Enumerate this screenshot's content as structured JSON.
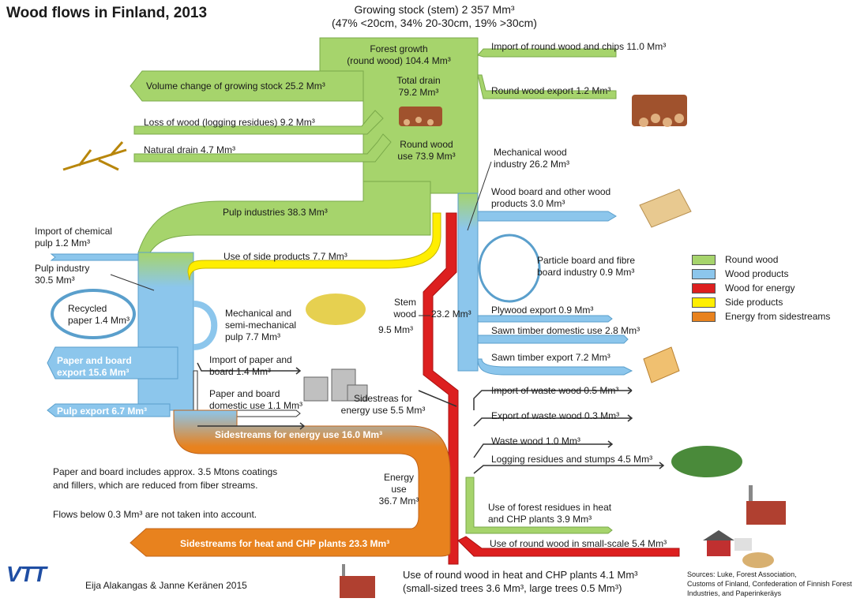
{
  "title": "Wood flows in Finland, 2013",
  "header": {
    "line1": "Growing stock (stem) 2 357 Mm³",
    "line2": "(47% <20cm, 34% 20-30cm, 19% >30cm)"
  },
  "colors": {
    "round_wood": "#a6d46c",
    "wood_products": "#8cc6ec",
    "wood_for_energy": "#dd1f1f",
    "side_products": "#ffee00",
    "energy_sidestreams": "#e8821e"
  },
  "legend": [
    {
      "label": "Round wood",
      "color": "#a6d46c"
    },
    {
      "label": "Wood products",
      "color": "#8cc6ec"
    },
    {
      "label": "Wood for energy",
      "color": "#dd1f1f"
    },
    {
      "label": "Side products",
      "color": "#ffee00"
    },
    {
      "label": "Energy from sidestreams",
      "color": "#e8821e"
    }
  ],
  "flows": {
    "forest_growth_1": "Forest growth",
    "forest_growth_2": "(round wood)  104.4 Mm³",
    "volume_change": "Volume change of growing stock 25.2 Mm³",
    "total_drain_1": "Total drain",
    "total_drain_2": "79.2 Mm³",
    "loss_of_wood": "Loss of wood (logging residues) 9.2 Mm³",
    "natural_drain": "Natural drain 4.7 Mm³",
    "round_wood_use_1": "Round wood",
    "round_wood_use_2": "use 73.9 Mm³",
    "import_round_wood": "Import of round wood and chips 11.0 Mm³",
    "round_wood_export": "Round wood export 1.2 Mm³",
    "mech_industry_1": "Mechanical wood",
    "mech_industry_2": "industry 26.2 Mm³",
    "wood_board_1": "Wood board and other wood",
    "wood_board_2": "products 3.0 Mm³",
    "pulp_industries": "Pulp industries 38.3 Mm³",
    "import_chem_pulp_1": "Import of chemical",
    "import_chem_pulp_2": "pulp 1.2 Mm³",
    "pulp_industry_1": "Pulp industry",
    "pulp_industry_2": "30.5 Mm³",
    "side_products": "Use of side products 7.7 Mm³",
    "particle_board_1": "Particle board and fibre",
    "particle_board_2": "board industry 0.9 Mm³",
    "recycled_1": "Recycled",
    "recycled_2": "paper 1.4 Mm³",
    "mech_pulp_1": "Mechanical and",
    "mech_pulp_2": "semi-mechanical",
    "mech_pulp_3": "pulp 7.7 Mm³",
    "stem_wood_1": "Stem",
    "stem_wood_2": "wood",
    "stem_wood_3": "9.5 Mm³",
    "sawn_23": "23.2 Mm³",
    "plywood_export": "Plywood export 0.9 Mm³",
    "sawn_domestic": "Sawn timber domestic use 2.8 Mm³",
    "sawn_export": "Sawn timber export 7.2 Mm³",
    "paper_export_1": "Paper and board",
    "paper_export_2": "export 15.6 Mm³",
    "import_paper_1": "Import of paper and",
    "import_paper_2": "board 1.4 Mm³",
    "paper_domestic_1": "Paper and board",
    "paper_domestic_2": "domestic use 1.1 Mm³",
    "pulp_export": "Pulp export 6.7 Mm³",
    "sidestreams_energy_1": "Sidestreas for",
    "sidestreams_energy_2": "energy use 5.5 Mm³",
    "import_waste": "Import of waste wood 0.5 Mm³",
    "export_waste": "Export of waste wood 0.3 Mm³",
    "sidestreams_16": "Sidestreams for energy use 16.0 Mm³",
    "waste_wood": "Waste wood 1.0 Mm³",
    "logging_residues": "Logging residues and stumps 4.5 Mm³",
    "energy_use_1": "Energy",
    "energy_use_2": "use",
    "energy_use_3": "36.7 Mm³",
    "forest_residues_1": "Use of forest residues in heat",
    "forest_residues_2": "and CHP plants 3.9 Mm³",
    "sidestreams_heat": "Sidestreams for heat and CHP plants 23.3 Mm³",
    "small_scale": "Use of round wood in small-scale 5.4 Mm³"
  },
  "notes": {
    "line1": "Paper and board includes approx. 3.5 Mtons coatings",
    "line2": "and fillers, which are reduced from fiber streams.",
    "line3": "Flows below 0.3 Mm³ are not taken into account."
  },
  "footer": {
    "chp_1": "Use of round wood in heat and CHP plants 4.1 Mm³",
    "chp_2": "(small-sized trees 3.6 Mm³, large trees 0.5 Mm³)",
    "logo": "VTT",
    "authors": "Eija Alakangas & Janne Keränen 2015",
    "sources_1": "Sources:  Luke, Forest Association,",
    "sources_2": "Customs of Finland, Confederation of Finnish Forest",
    "sources_3": "Industries, and Paperinkeräys"
  }
}
